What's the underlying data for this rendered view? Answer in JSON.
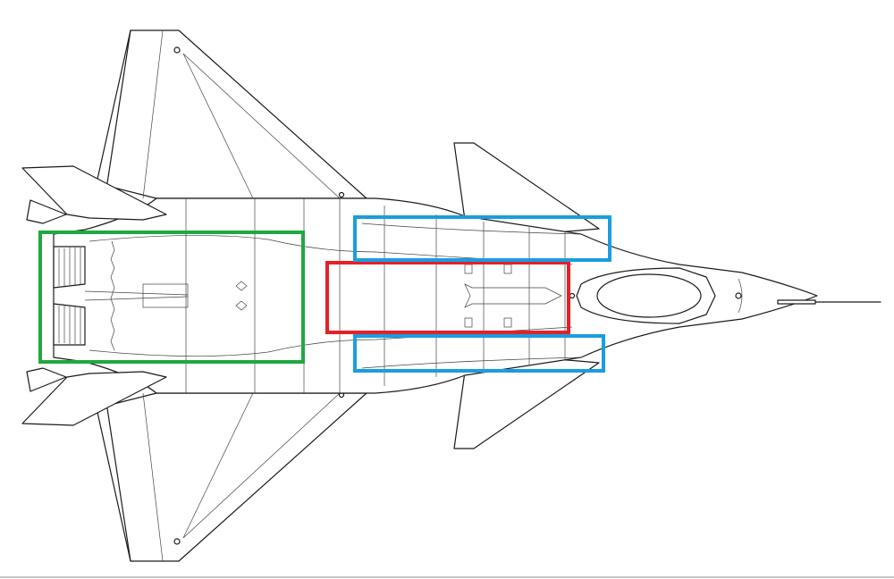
{
  "diagram": {
    "highlight_colors": {
      "engine_exhaust": "#1fa83f",
      "weapons_bay_main": "#e5202a",
      "weapons_bay_side": "#1a9de0",
      "outline": "#1a1a1a"
    },
    "regions": [
      {
        "id": "engine-exhaust",
        "color_key": "engine_exhaust"
      },
      {
        "id": "main-weapons-bay",
        "color_key": "weapons_bay_main"
      },
      {
        "id": "upper-side-weapons-bay",
        "color_key": "weapons_bay_side"
      },
      {
        "id": "lower-side-weapons-bay",
        "color_key": "weapons_bay_side"
      }
    ]
  }
}
